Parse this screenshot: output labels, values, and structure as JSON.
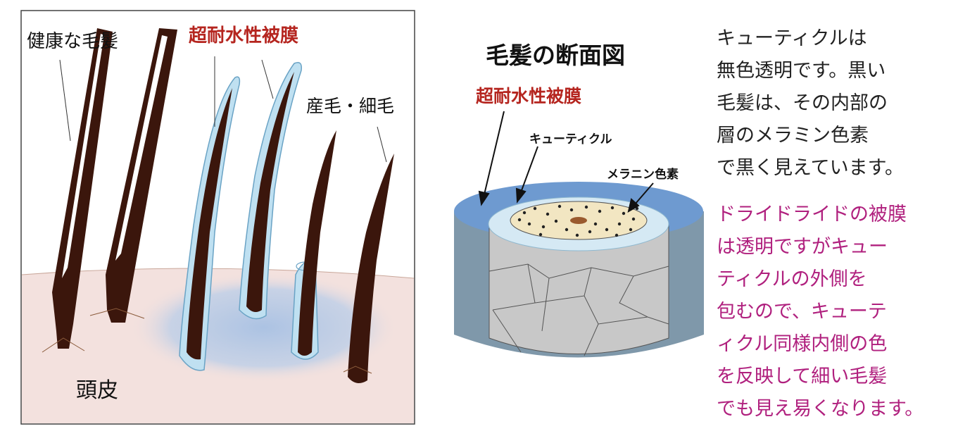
{
  "left_panel": {
    "healthy_hair_label": "健康な毛髪",
    "coating_label": "超耐水性被膜",
    "fine_hair_label": "産毛・細毛",
    "scalp_label": "頭皮"
  },
  "cross_section": {
    "title": "毛髪の断面図",
    "coating_label": "超耐水性被膜",
    "cuticle_label": "キューティクル",
    "melanin_label": "メラニン色素"
  },
  "text_black": [
    "キューティクルは",
    "無色透明です。黒い",
    "毛髪は、その内部の",
    "層のメラミン色素",
    "で黒く見えています。"
  ],
  "text_magenta": [
    "ドライドライドの被膜",
    "は透明ですがキュー",
    "ティクルの外側を",
    "包むので、キューテ",
    "ィクル同様内側の色",
    "を反映して細い毛髪",
    "でも見え易くなります。"
  ],
  "colors": {
    "hair": "#3b160c",
    "scalp": "#f3e1de",
    "coating": "#bfe0f1",
    "accent_red": "#b5251f",
    "accent_magenta": "#b0207e"
  }
}
